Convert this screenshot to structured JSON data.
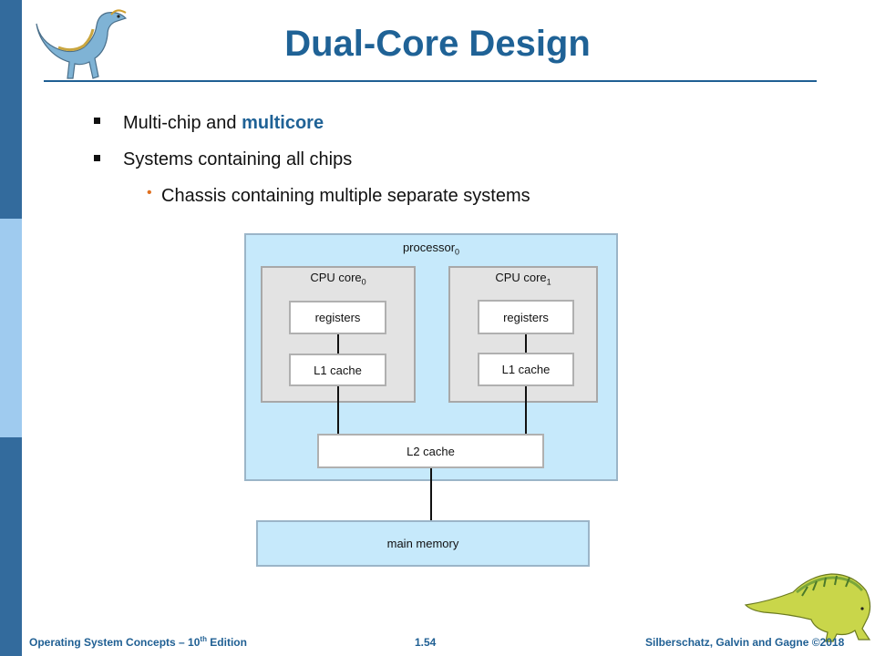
{
  "slide": {
    "title": "Dual-Core Design",
    "bullets": [
      {
        "text_plain": "Multi-chip and ",
        "text_emph": "multicore"
      },
      {
        "text_plain": "Systems containing all  chips"
      }
    ],
    "sub_bullets": [
      {
        "text": "Chassis containing multiple separate systems"
      }
    ]
  },
  "diagram": {
    "processor_label": "processor",
    "processor_subscript": "0",
    "cores": [
      {
        "label": "CPU core",
        "subscript": "0",
        "registers": "registers",
        "cache": "L1 cache"
      },
      {
        "label": "CPU core",
        "subscript": "1",
        "registers": "registers",
        "cache": "L1 cache"
      }
    ],
    "l2_cache": "L2 cache",
    "main_memory": "main memory"
  },
  "footer": {
    "left_prefix": "Operating System Concepts – 10",
    "left_sup": "th",
    "left_suffix": " Edition",
    "center": "1.54",
    "right": "Silberschatz, Galvin and Gagne ©2018"
  },
  "colors": {
    "title_blue": "#1f6296",
    "edge_blue": "#336b9d",
    "light_blue": "#c6e9fb",
    "core_gray": "#e3e3e3",
    "bullet_orange": "#e07020"
  },
  "icons": {
    "top_left": "dinosaur-icon",
    "bottom_right": "dinosaur-icon"
  }
}
